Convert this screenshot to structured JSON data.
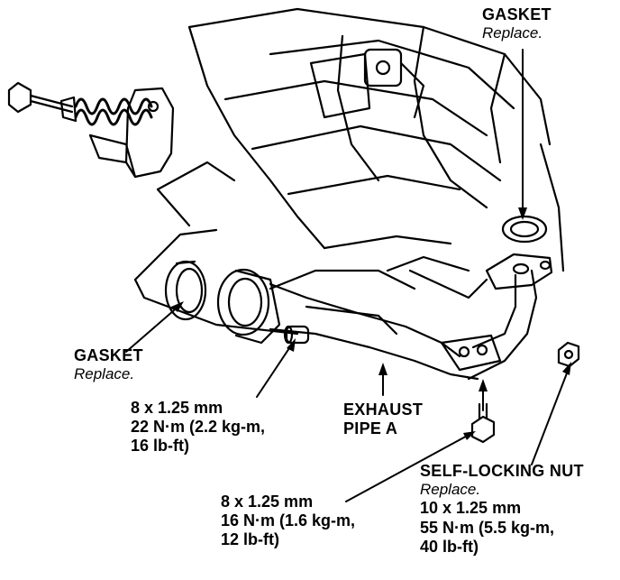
{
  "callouts": {
    "gasket_top": {
      "title": "GASKET",
      "note": "Replace."
    },
    "gasket_left": {
      "title": "GASKET",
      "note": "Replace."
    },
    "bolt_flange": {
      "line1": "8 x 1.25 mm",
      "line2": "22 N·m (2.2 kg-m,",
      "line3": "16 lb-ft)"
    },
    "exhaust_pipe": {
      "line1": "EXHAUST",
      "line2": "PIPE A"
    },
    "self_locking_nut": {
      "title": "SELF-LOCKING NUT",
      "note": "Replace.",
      "line1": "10 x 1.25 mm",
      "line2": "55 N·m (5.5 kg-m,",
      "line3": "40 lb-ft)"
    },
    "bolt_bracket": {
      "line1": "8 x 1.25 mm",
      "line2": "16 N·m (1.6 kg-m,",
      "line3": "12 lb-ft)"
    }
  },
  "colors": {
    "ink": "#000000",
    "paper": "#ffffff"
  }
}
